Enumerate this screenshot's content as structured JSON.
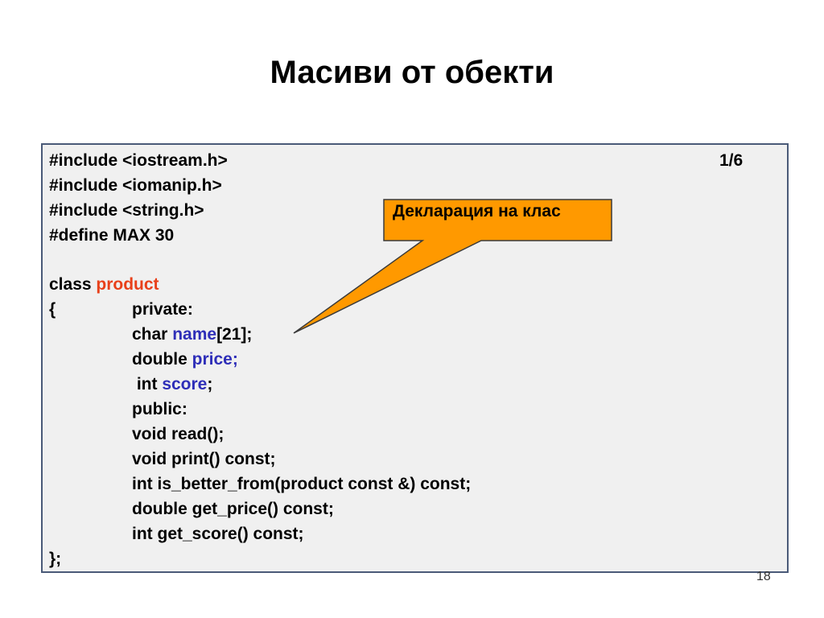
{
  "slide": {
    "title": "Масиви от обекти",
    "page_counter": "1/6",
    "slide_number": "18"
  },
  "callout": {
    "label": "Декларация на клас",
    "fill_color": "#ff9900",
    "border_color": "#3a3a3a"
  },
  "code": {
    "include1": "#include <iostream.h>",
    "include2": "#include <iomanip.h>",
    "include3": "#include <string.h>",
    "define": "#define MAX 30",
    "class_keyword": "class ",
    "class_name": "product",
    "open_brace": "{",
    "private_label": "private:",
    "char_kw": "char ",
    "name_field": "name",
    "name_size": "[21];",
    "double_kw": "double ",
    "price_field": "price;",
    "int_kw": " int ",
    "score_field": "score",
    "score_semi": ";",
    "public_label": "public:",
    "m_read": "void read();",
    "m_print": "void print() const;",
    "m_better": "int is_better_from(product const &) const;",
    "m_get_price": "double get_price() const;",
    "m_get_score": "int get_score() const;",
    "close_brace": "};"
  },
  "colors": {
    "class_name": "#e8401a",
    "field_name": "#2e2eb8",
    "code_background": "#f0f0f0",
    "code_border": "#4a5a78"
  }
}
